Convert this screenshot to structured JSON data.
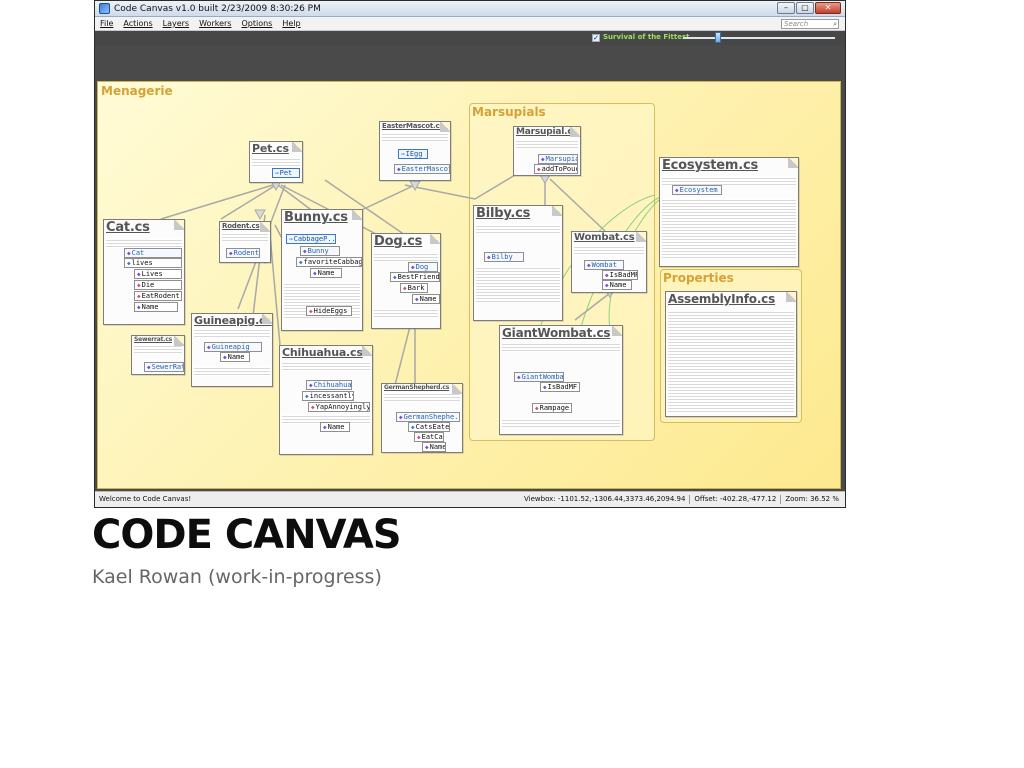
{
  "window": {
    "title": "Code Canvas v1.0 built 2/23/2009 8:30:26 PM",
    "min_glyph": "–",
    "max_glyph": "▢",
    "close_glyph": "✕"
  },
  "menu": {
    "items": [
      "File",
      "Actions",
      "Layers",
      "Workers",
      "Options",
      "Help"
    ],
    "search_placeholder": "Search",
    "search_icon": "magnifier-icon"
  },
  "toolbar": {
    "filter_checked": true,
    "filter_label": "Survival of the Fittest",
    "zoom_slider": 0.23
  },
  "groups": {
    "menagerie": "Menagerie",
    "marsupials": "Marsupials",
    "properties": "Properties"
  },
  "files": {
    "pet": {
      "title": "Pet.cs",
      "members": [
        "Pet"
      ]
    },
    "easter": {
      "title": "EasterMascot.cs",
      "members": [
        "IEgg",
        "EasterMascot"
      ]
    },
    "marsupial": {
      "title": "Marsupial.cs",
      "members": [
        "Marsupial",
        "addToPouch"
      ]
    },
    "ecosystem": {
      "title": "Ecosystem.cs",
      "members": [
        "Ecosystem"
      ]
    },
    "cat": {
      "title": "Cat.cs",
      "members": [
        "Cat",
        "lives",
        "Lives",
        "Die",
        "EatRodent",
        "Name"
      ]
    },
    "rodent": {
      "title": "Rodent.cs",
      "members": [
        "Rodent"
      ]
    },
    "bunny": {
      "title": "Bunny.cs",
      "members": [
        "CabbageP...",
        "Bunny",
        "favoriteCabbag...",
        "Name",
        "HideEggs"
      ]
    },
    "dog": {
      "title": "Dog.cs",
      "members": [
        "Dog",
        "BestFriend",
        "Bark",
        "Name"
      ]
    },
    "bilby": {
      "title": "Bilby.cs",
      "members": [
        "Bilby"
      ]
    },
    "wombat": {
      "title": "Wombat.cs",
      "members": [
        "Wombat",
        "IsBadMF",
        "Name"
      ]
    },
    "assembly": {
      "title": "AssemblyInfo.cs"
    },
    "sewerrat": {
      "title": "Sewerrat.cs",
      "members": [
        "SewerRat"
      ]
    },
    "guineapig": {
      "title": "Guineapig.cs",
      "members": [
        "Guineapig",
        "Name"
      ]
    },
    "chihuahua": {
      "title": "Chihuahua.cs",
      "members": [
        "Chihuahua",
        "incessantly",
        "YapAnnoyingly",
        "Name"
      ]
    },
    "germanshepherd": {
      "title": "GermanShepherd.cs",
      "members": [
        "GermanShephe...",
        "CatsEaten",
        "EatCat",
        "Name"
      ]
    },
    "giantwombat": {
      "title": "GiantWombat.cs",
      "members": [
        "GiantWombat",
        "IsBadMF",
        "Rampage"
      ]
    }
  },
  "status": {
    "message": "Welcome to Code Canvas!",
    "viewbox": "Viewbox: -1101.52,-1306.44,3373.46,2094.94",
    "offset": "Offset: -402.28,-477.12",
    "zoom": "Zoom: 36.52 %"
  },
  "slide": {
    "title": "CODE CANVAS",
    "subtitle": "Kael Rowan (work-in-progress)"
  }
}
